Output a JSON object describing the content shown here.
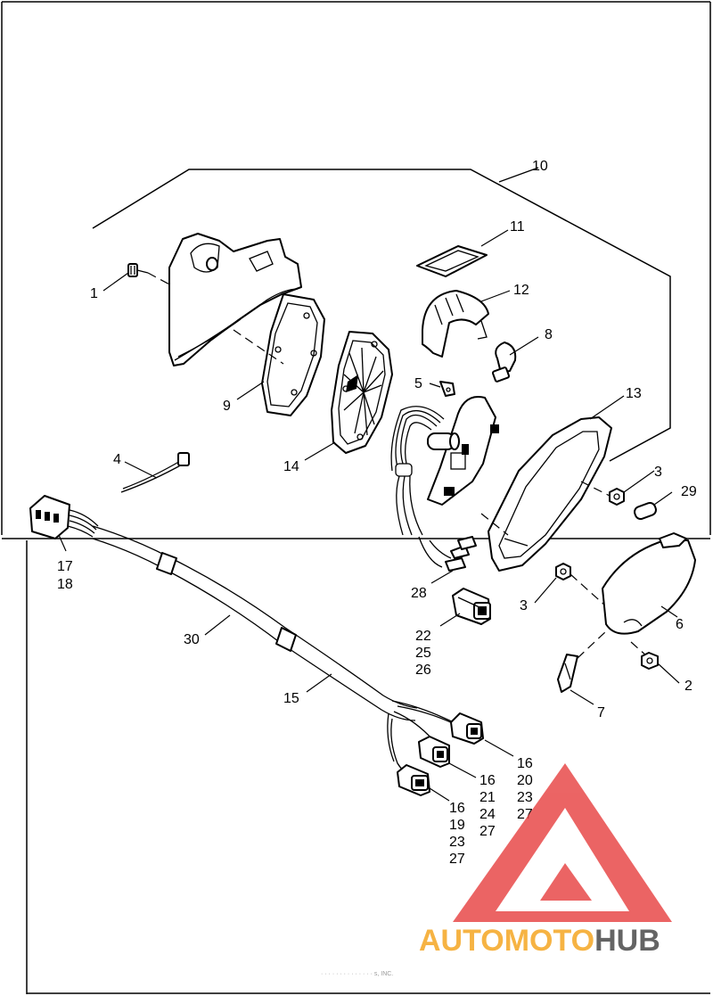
{
  "diagram": {
    "callouts": {
      "c1": "1",
      "c2": "2",
      "c3a": "3",
      "c3b": "3",
      "c4": "4",
      "c5": "5",
      "c6": "6",
      "c7": "7",
      "c8": "8",
      "c9": "9",
      "c10": "10",
      "c11": "11",
      "c12": "12",
      "c13": "13",
      "c14": "14",
      "c15": "15",
      "c17": "17",
      "c18": "18",
      "c22": "22",
      "c25": "25",
      "c26": "26",
      "c28": "28",
      "c29": "29",
      "c30": "30",
      "stack_a": [
        "16",
        "20",
        "23",
        "27"
      ],
      "stack_b": [
        "16",
        "21",
        "24",
        "27"
      ],
      "stack_c": [
        "16",
        "19",
        "23",
        "27"
      ]
    },
    "footer_text": "· · · · · · · · · · · · · · s, INC."
  },
  "watermark": {
    "part1": "AUTO",
    "part2": "MOTO",
    "part3": "HUB",
    "color_orange": "#f5a623",
    "color_gray": "#4a4a4a",
    "color_red": "#e84a4a"
  }
}
